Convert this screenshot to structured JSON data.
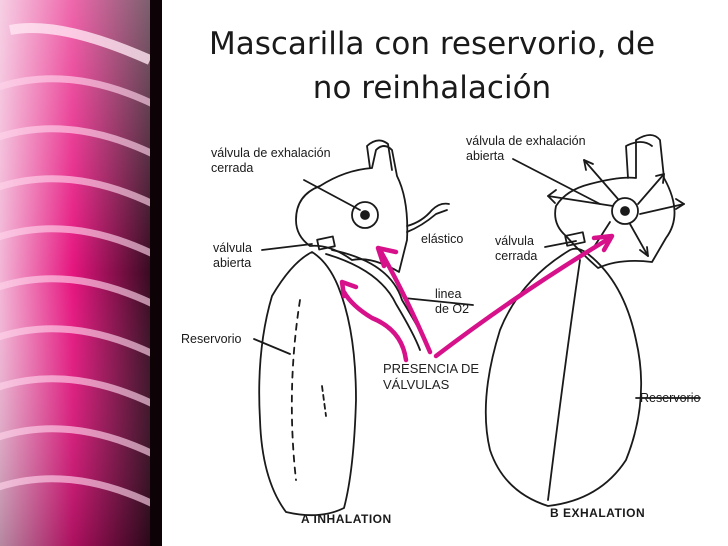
{
  "title": {
    "line1": "Mascarilla con reservorio, de",
    "line2": "no reinhalación"
  },
  "colors": {
    "accent": "#d6118a",
    "ink": "#1a1a1a",
    "xray_pink": "#e5157f"
  },
  "panel_a": {
    "exhalation_valve": {
      "line1": "válvula de exhalación",
      "line2": "cerrada"
    },
    "valve": {
      "line1": "válvula",
      "line2": "abierta"
    },
    "elastic": "elástico",
    "o2_line": {
      "line1": "linea",
      "line2": "de O2"
    },
    "reservoir": "Reservorio",
    "caption": "A INHALATION"
  },
  "panel_b": {
    "exhalation_valve": {
      "line1": "válvula de exhalación",
      "line2": "abierta"
    },
    "valve": {
      "line1": "válvula",
      "line2": "cerrada"
    },
    "reservoir": "Reservorio",
    "caption": "B EXHALATION"
  },
  "annotation": {
    "line1": "PRESENCIA DE",
    "line2": "VÁLVULAS"
  }
}
